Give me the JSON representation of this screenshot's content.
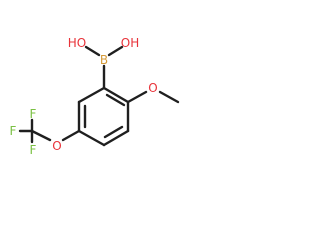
{
  "molecule": {
    "atoms": {
      "boron": {
        "label": "B",
        "color": "#d59b3a"
      },
      "hydroxyl_left": {
        "label": "HO",
        "color": "#e8333a"
      },
      "hydroxyl_right": {
        "label": "OH",
        "color": "#e8333a"
      },
      "methoxy_oxygen": {
        "label": "O",
        "color": "#e8333a"
      },
      "ether_oxygen": {
        "label": "O",
        "color": "#e8333a"
      },
      "fluorine_top": {
        "label": "F",
        "color": "#7ac043"
      },
      "fluorine_left": {
        "label": "F",
        "color": "#7ac043"
      },
      "fluorine_bottom": {
        "label": "F",
        "color": "#7ac043"
      }
    },
    "bond_color": "#1f1f1f"
  }
}
